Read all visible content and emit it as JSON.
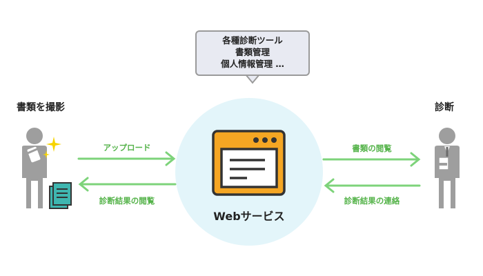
{
  "bubble": {
    "lines": [
      "各種診断ツール",
      "書類管理",
      "個人情報管理 …"
    ]
  },
  "left": {
    "title": "書類を撮影"
  },
  "right": {
    "title": "診断"
  },
  "service": {
    "label": "Webサービス"
  },
  "arrows": {
    "upload": "アップロード",
    "view_result": "診断結果の閲覧",
    "view_docs": "書類の閲覧",
    "notify_result": "診断結果の連絡"
  },
  "colors": {
    "accent_green": "#7dd37a",
    "label_green": "#55b34a",
    "circle_bg": "#e3f5fa",
    "window_orange": "#f5a623",
    "person_gray": "#9e9e9e",
    "document_teal": "#3fb6b0"
  }
}
